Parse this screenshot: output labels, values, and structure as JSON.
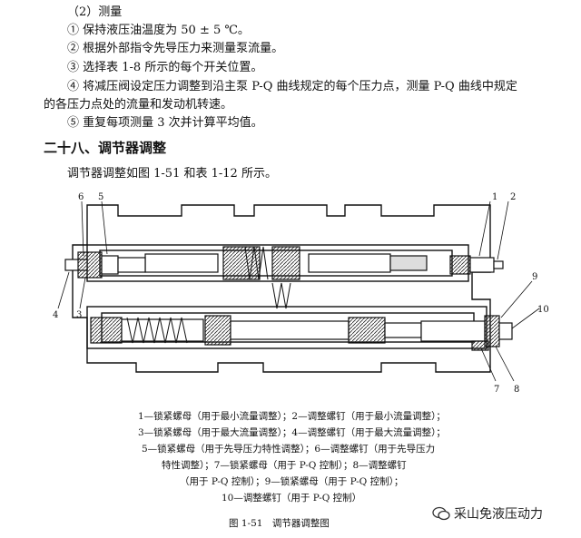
{
  "section": {
    "subtitle": "（2）测量",
    "steps": [
      "① 保持液压油温度为 50 ± 5 ℃。",
      "② 根据外部指令先导压力来测量泵流量。",
      "③ 选择表 1-8 所示的每个开关位置。",
      "④ 将减压阀设定压力调整到沿主泵 P-Q 曲线规定的每个压力点，测量 P-Q 曲线中规定",
      "的各压力点处的流量和发动机转速。",
      "⑤ 重复每项测量 3 次并计算平均值。"
    ]
  },
  "heading": "二十八、调节器调整",
  "intro": "调节器调整如图 1-51 和表 1-12 所示。",
  "figure": {
    "callouts": [
      "1",
      "2",
      "3",
      "4",
      "5",
      "6",
      "7",
      "8",
      "9",
      "10"
    ],
    "legend": [
      "1—锁紧螺母（用于最小流量调整）；2—调整螺钉（用于最小流量调整）；",
      "3—锁紧螺母（用于最大流量调整）；4—调整螺钉（用于最大流量调整）；",
      "5—锁紧螺母（用于先导压力特性调整）；6—调整螺钉（用于先导压力",
      "特性调整）；7—锁紧螺母（用于 P-Q 控制）；8—调整螺钉",
      "（用于 P-Q 控制）；9—锁紧螺母（用于 P-Q 控制）；",
      "10—调整螺钉（用于 P-Q 控制）"
    ],
    "caption": "图 1-51　调节器调整图"
  },
  "watermark": "采山免液压动力"
}
